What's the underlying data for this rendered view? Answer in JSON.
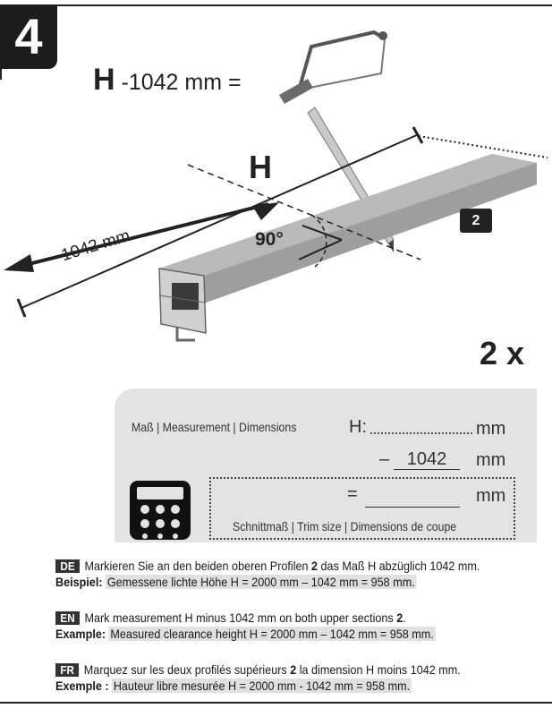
{
  "step": "4",
  "formula": {
    "var": "H",
    "rest": "-1042 mm ="
  },
  "illustration": {
    "h_label": "H",
    "angle": "90°",
    "length": "-1042 mm",
    "part_number": "2"
  },
  "quantity": "2 x",
  "panel": {
    "measurement_label": "Maß | Measurement | Dimensions",
    "h_label": "H:",
    "unit": "mm",
    "minus": "–",
    "subtract_value": "1042",
    "equals": "=",
    "trim_label": "Schnittmaß | Trim size | Dimensions de coupe"
  },
  "instructions": [
    {
      "lang": "DE",
      "text_a": "Markieren Sie an den beiden oberen Profilen ",
      "bold": "2",
      "text_b": " das Maß H abzüglich 1042 mm.",
      "example_label": "Beispiel:",
      "example_text": "Gemessene lichte Höhe H = 2000 mm – 1042 mm = 958 mm."
    },
    {
      "lang": "EN",
      "text_a": "Mark measurement H minus 1042 mm on both upper sections ",
      "bold": "2",
      "text_b": ".",
      "example_label": "Example:",
      "example_text": "Measured clearance height H = 2000 mm – 1042 mm = 958 mm."
    },
    {
      "lang": "FR",
      "text_a": "Marquez sur les deux profilés supérieurs ",
      "bold": "2",
      "text_b": " la dimension H moins 1042 mm.",
      "example_label": "Exemple :",
      "example_text": "Hauteur libre mesurée H = 2000 mm - 1042 mm = 958 mm."
    }
  ]
}
